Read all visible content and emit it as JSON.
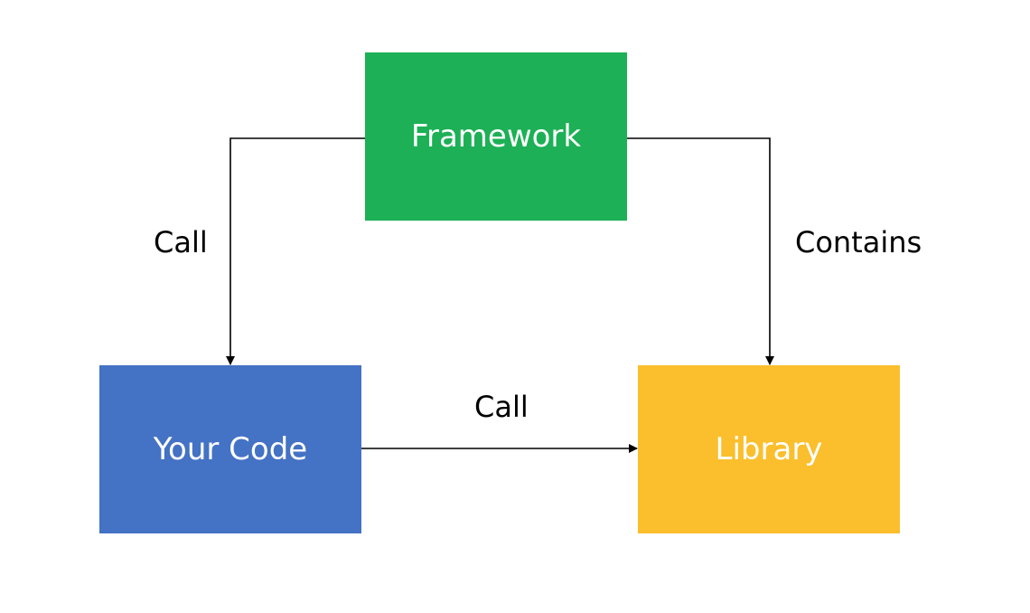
{
  "nodes": {
    "framework": {
      "label": "Framework",
      "color": "#1db056"
    },
    "your_code": {
      "label": "Your Code",
      "color": "#4472c4"
    },
    "library": {
      "label": "Library",
      "color": "#fbbf2d"
    }
  },
  "edges": {
    "framework_to_your_code": {
      "label": "Call"
    },
    "framework_to_library": {
      "label": "Contains"
    },
    "your_code_to_library": {
      "label": "Call"
    }
  },
  "edge_color": "#000000"
}
